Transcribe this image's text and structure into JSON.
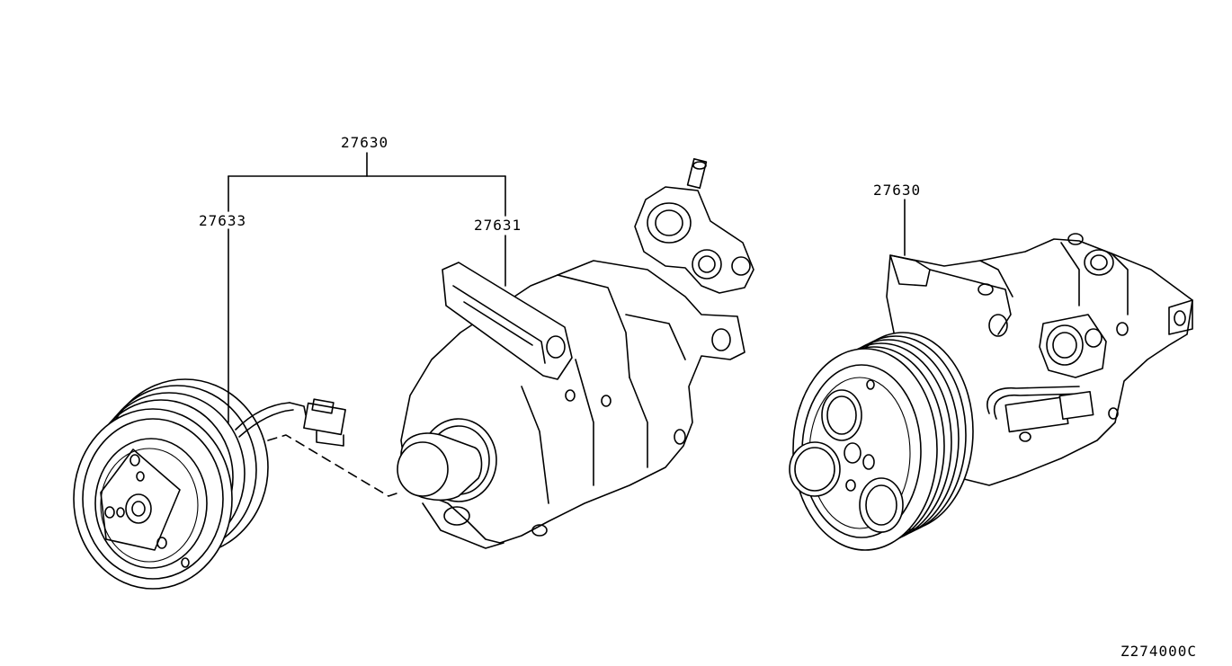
{
  "labels": {
    "assembly_left": "27630",
    "clutch": "27633",
    "compressor": "27631",
    "assembly_right": "27630",
    "figure_code": "Z274000C"
  }
}
